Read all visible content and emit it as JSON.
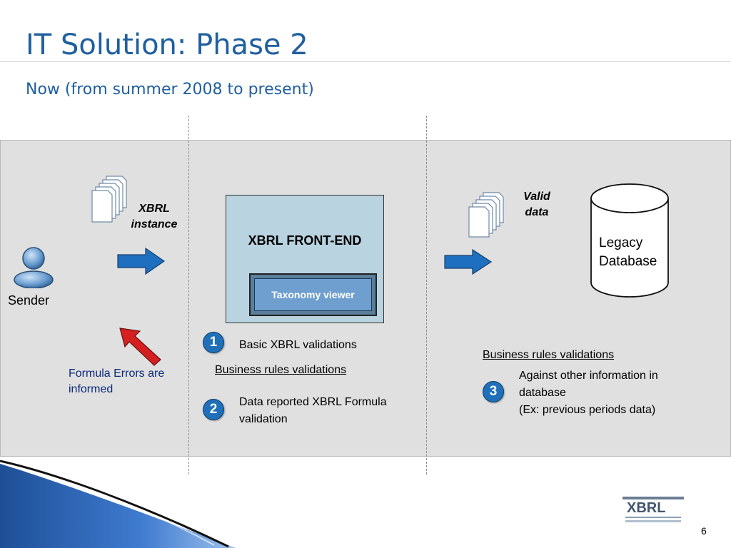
{
  "slide": {
    "title": "IT Solution: Phase 2",
    "subtitle": "Now (from summer 2008 to present)",
    "page_number": "6"
  },
  "diagram": {
    "sender_label": "Sender",
    "xbrl_instance_label": [
      "XBRL",
      "instance"
    ],
    "frontend_label": "XBRL FRONT-END",
    "taxonomy_viewer_label": "Taxonomy viewer",
    "valid_data_label": [
      "Valid",
      "data"
    ],
    "database_label": [
      "Legacy",
      "Database"
    ],
    "formula_errors_label": [
      "Formula Errors are",
      "informed"
    ],
    "step1": {
      "number": "1",
      "text": "Basic XBRL validations"
    },
    "business_rules_left": "Business rules validations",
    "step2": {
      "number": "2",
      "text": [
        "Data reported XBRL Formula",
        "validation"
      ]
    },
    "business_rules_right": "Business rules validations",
    "step3": {
      "number": "3",
      "text": [
        "Against other information in",
        "database",
        "(Ex: previous periods data)"
      ]
    }
  },
  "colors": {
    "title": "#1f5fa0",
    "panel": "#e0e0e0",
    "frontend_box": "#b9d3e0",
    "taxonomy_button": "#6e9fcf",
    "badge": "#1f70b8",
    "arrow_blue": "#1f6fc0",
    "arrow_red": "#d42020",
    "formula_text": "#0a2a7a"
  },
  "icons": {
    "sender": "person-icon",
    "documents": "document-stack-icon",
    "database": "database-cylinder-icon",
    "logo": "xbrl-logo"
  }
}
